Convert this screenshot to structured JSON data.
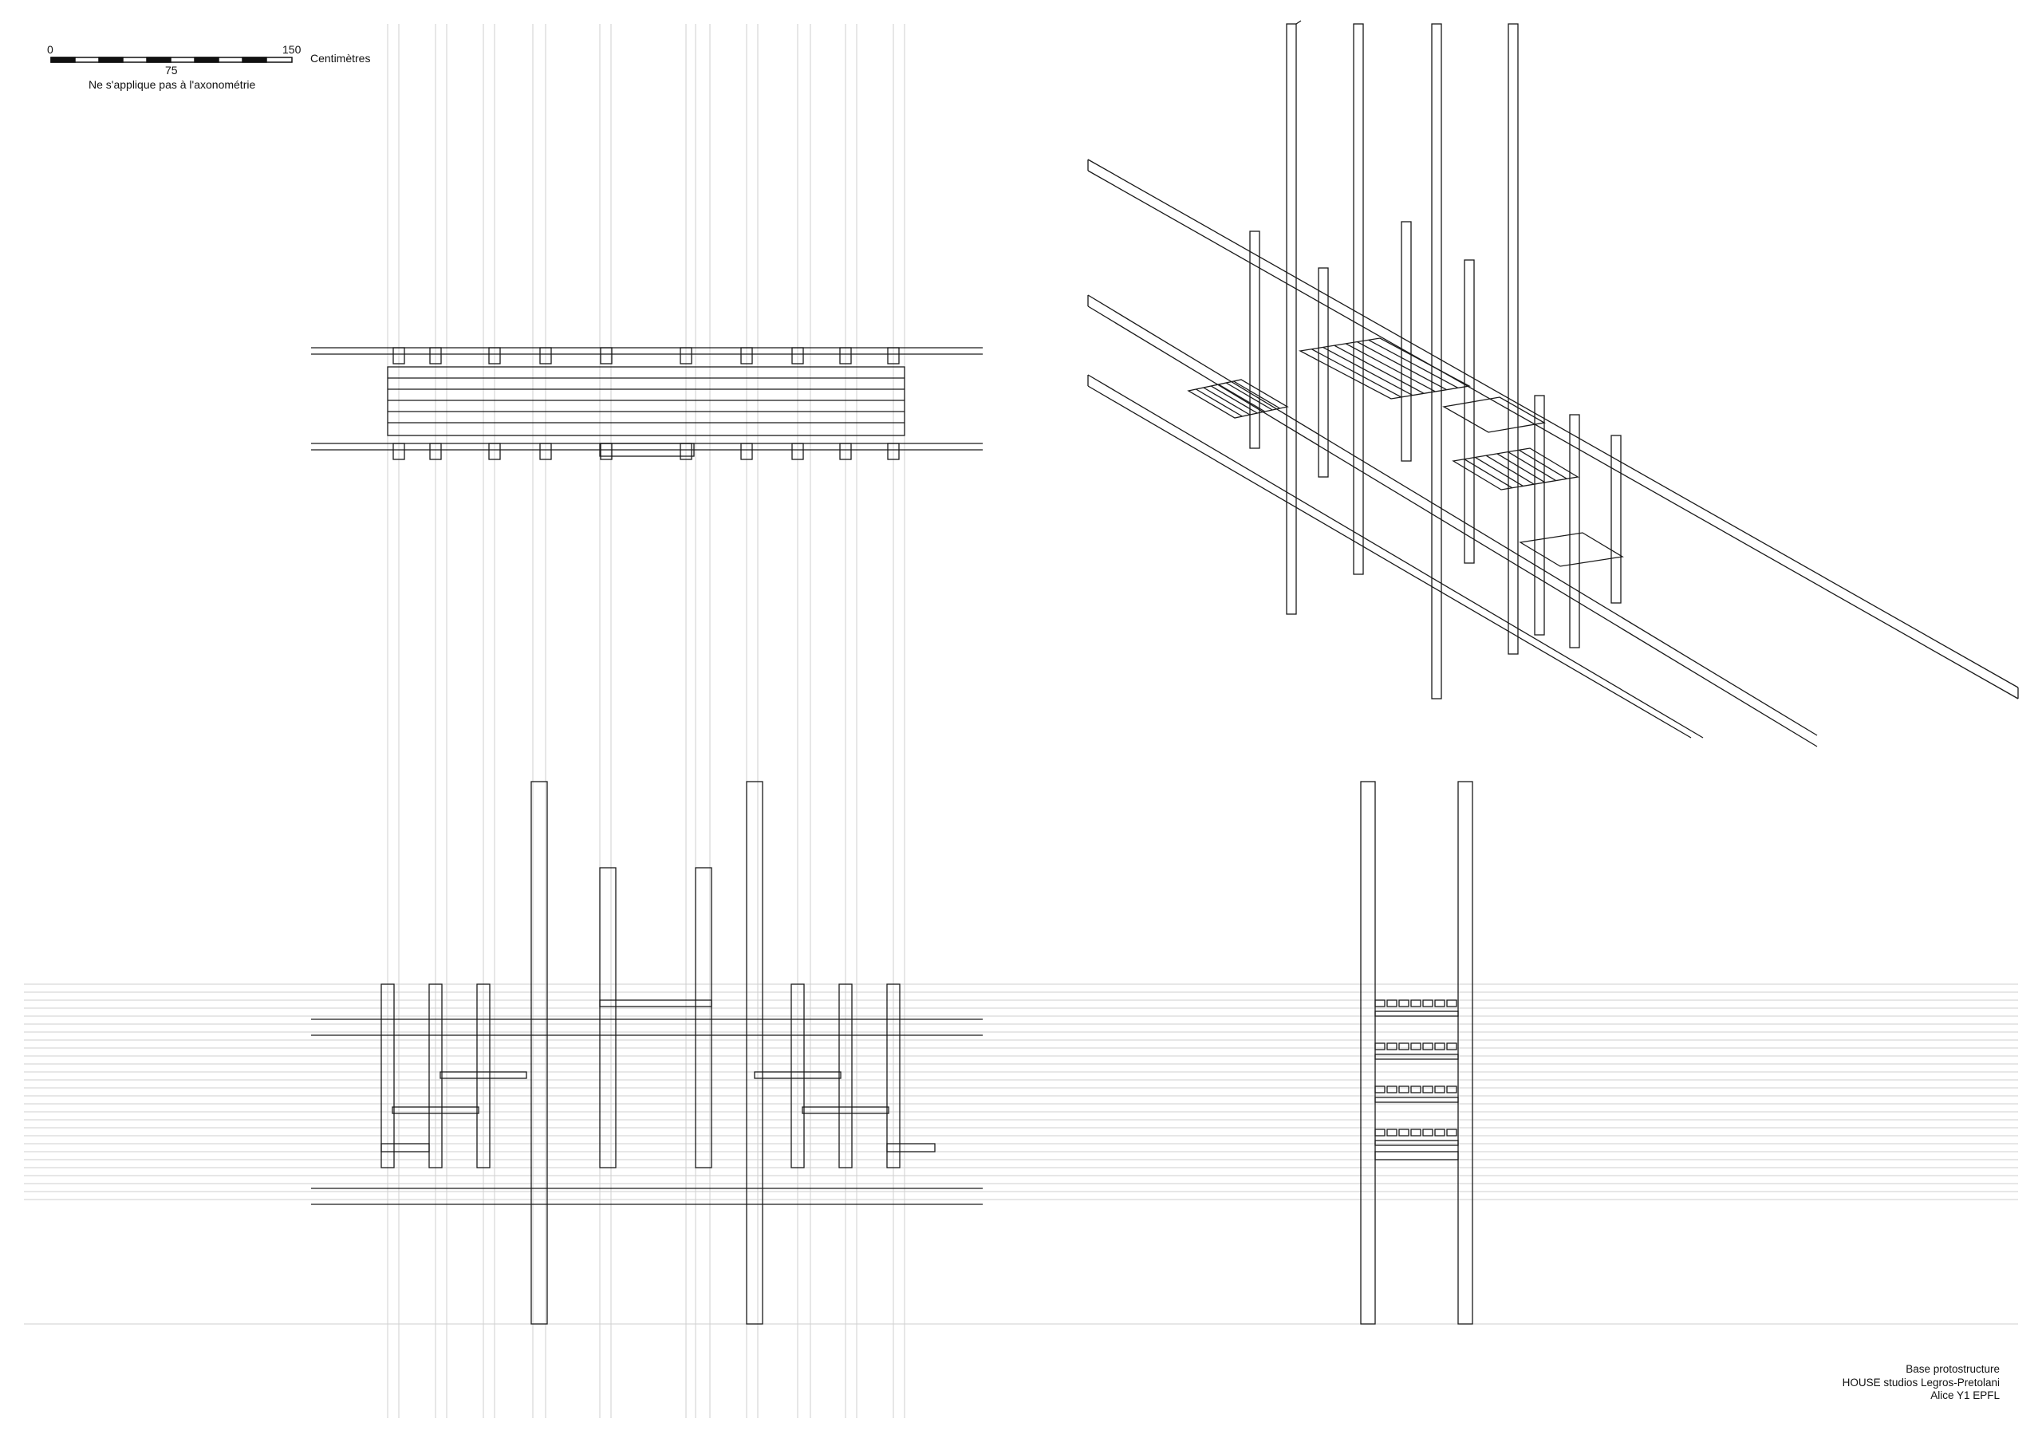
{
  "scale_bar": {
    "tick_start": "0",
    "tick_mid": "75",
    "tick_end": "150",
    "unit": "Centimètres",
    "note": "Ne s'applique pas à l'axonométrie"
  },
  "views": {
    "plan": "plan-view",
    "axonometric": "axonometric-view",
    "front_elevation": "front-elevation-view",
    "side_elevation": "side-elevation-view"
  },
  "title_block": {
    "line1": "Base protostructure",
    "line2": "HOUSE studios Legros-Pretolani",
    "line3": "Alice Y1 EPFL"
  },
  "colors": {
    "ink": "#1a1a1a",
    "construction_line": "#c8c8c8",
    "background": "#ffffff"
  }
}
